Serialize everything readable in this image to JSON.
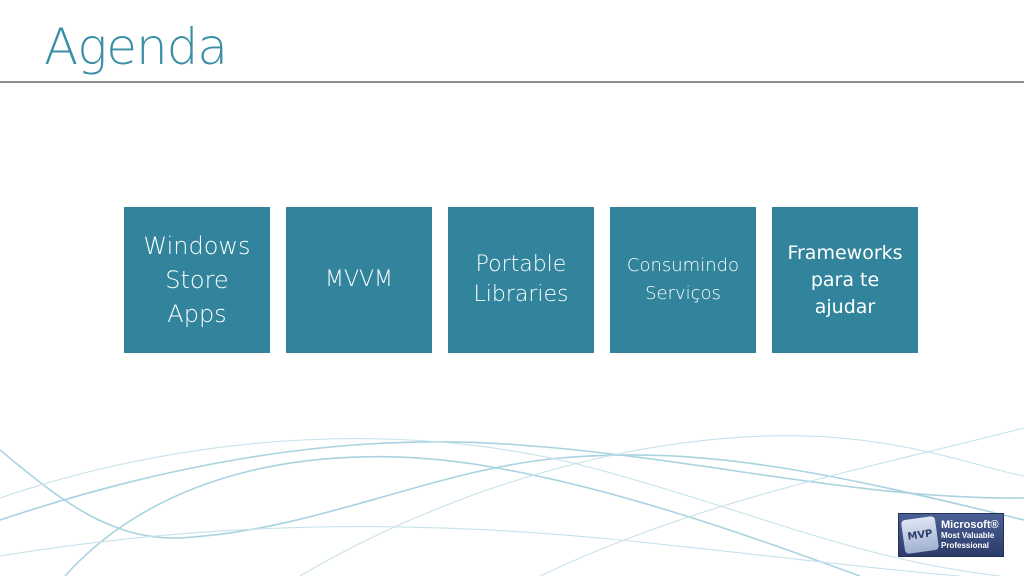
{
  "slide": {
    "title": "Agenda",
    "accent_color": "#3a8fa6",
    "tile_color": "#31849b",
    "rule_color": "#8e8e8e",
    "wave_color": "#a9d3e0"
  },
  "tiles": [
    {
      "label": "Windows\nStore\nApps"
    },
    {
      "label": "MVVM"
    },
    {
      "label": "Portable\nLibraries"
    },
    {
      "label": "Consumindo\nServiços"
    },
    {
      "label": "Frameworks\npara te\najudar"
    }
  ],
  "badge": {
    "mark": "MVP",
    "line1": "Microsoft®",
    "line2": "Most Valuable",
    "line3": "Professional"
  }
}
